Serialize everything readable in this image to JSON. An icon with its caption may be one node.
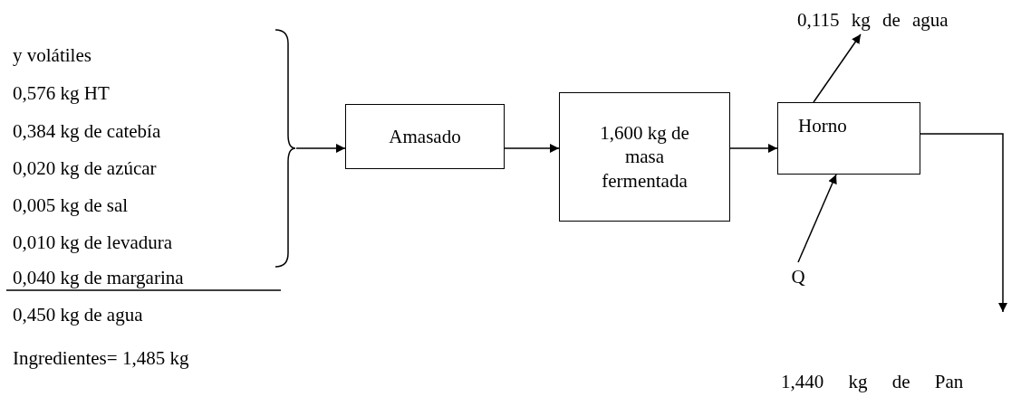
{
  "diagram": {
    "nodes": [
      {
        "text": [],
        "shape": "bracket"
      },
      {
        "text": [
          "Amasado"
        ]
      },
      {
        "text": [
          "1,600 kg de masa fermentada"
        ]
      },
      {
        "text": [
          "Horno"
        ]
      },
      {
        "text": [
          "0,115 kg de agua"
        ]
      },
      {
        "text": [
          "Q"
        ]
      },
      {
        "text": [
          "1,440 kg de Pan"
        ]
      }
    ],
    "edges": [
      {
        "from": 0,
        "to": 1,
        "arrow": "to"
      },
      {
        "from": 1,
        "to": 2,
        "arrow": "to"
      },
      {
        "from": 2,
        "to": 3,
        "arrow": "to"
      },
      {
        "from": 3,
        "to": 4,
        "arrow": "to"
      },
      {
        "from": 5,
        "to": 3,
        "arrow": "to"
      },
      {
        "from": 3,
        "to": 6,
        "arrow": "to"
      }
    ],
    "labels": [
      "y volátiles",
      "0,576 kg HT",
      "0,384 kg de catebía",
      "0,020 kg de azúcar",
      "0,005 kg de sal",
      "0,010 kg de levadura",
      "0,040 kg de margarina",
      "0,450 kg de agua",
      "Ingredientes= 1,485 kg"
    ]
  }
}
